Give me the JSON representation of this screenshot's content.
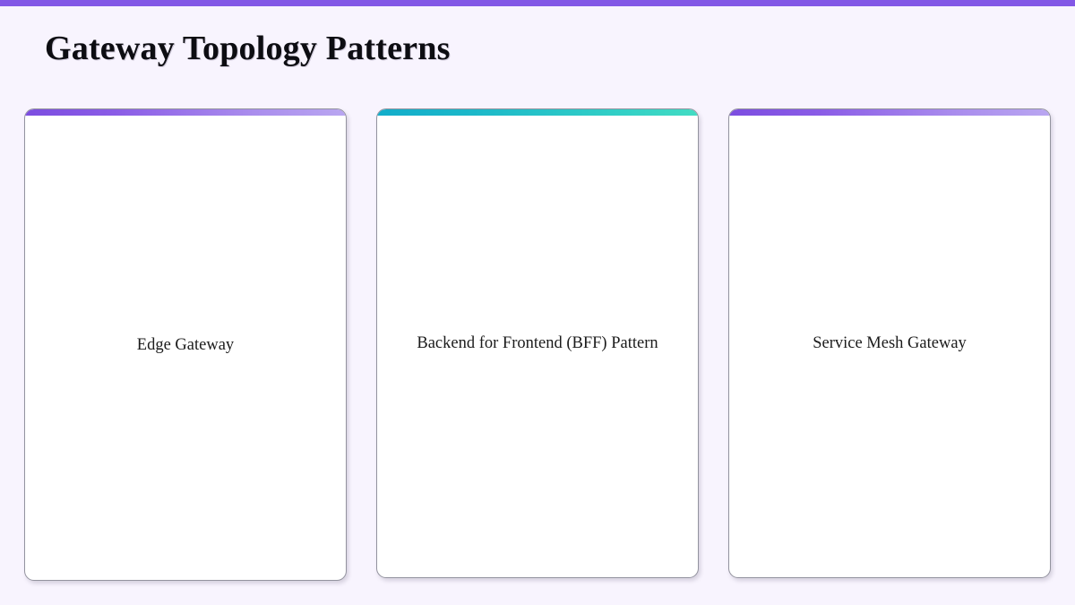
{
  "slide": {
    "title": "Gateway Topology Patterns",
    "background_color": "#F8F4FE",
    "top_bar_color": "#8257E6",
    "title_color": "#0D0D12"
  },
  "cards": [
    {
      "label": "Edge Gateway",
      "accent": "purple",
      "accent_from": "#7C4DE0",
      "accent_to": "#B9A6F1"
    },
    {
      "label": "Backend for Frontend (BFF) Pattern",
      "accent": "teal",
      "accent_from": "#12ADCA",
      "accent_to": "#42DCC3"
    },
    {
      "label": "Service Mesh Gateway",
      "accent": "purple",
      "accent_from": "#7C4DE0",
      "accent_to": "#B9A6F1"
    }
  ]
}
